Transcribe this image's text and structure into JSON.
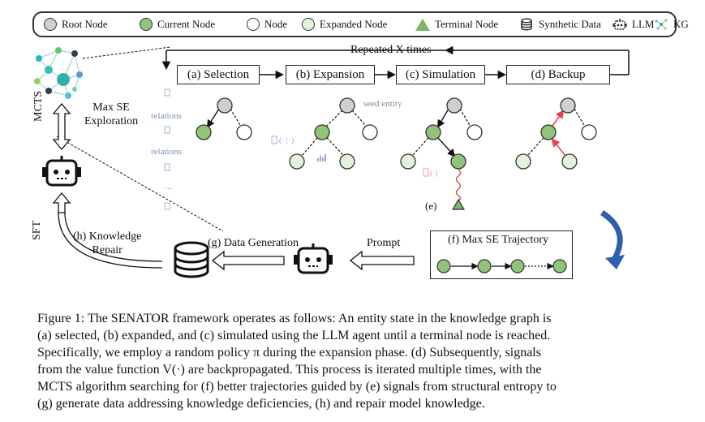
{
  "legend": {
    "root_node": "Root Node",
    "current_node": "Current Node",
    "node": "Node",
    "expanded_node": "Expanded Node",
    "terminal_node": "Terminal Node",
    "synthetic_data": "Synthetic Data",
    "llm": "LLM",
    "kg": "KG"
  },
  "colors": {
    "root_gray": "#cfcfcf",
    "current_green": "#8fc47a",
    "expanded_green": "#e4f1dc",
    "terminal_green": "#7fb36a",
    "backup_red": "#e3454f",
    "wavy_red": "#d9434b",
    "arrow_blue": "#2f5fb3",
    "relations_blue": "#7a8fb6"
  },
  "repeat_label": "Repeated X times",
  "stages": {
    "selection": "(a) Selection",
    "expansion": "(b) Expansion",
    "simulation": "(c) Simulation",
    "backup": "(d) Backup"
  },
  "left_panel": {
    "max_se_exploration": "Max SE\nExploration",
    "mcts": "MCTS",
    "sft": "SFT",
    "knowledge_repair": "(h) Knowledge\nRepair"
  },
  "tree_labels": {
    "seed_entity": "seed entity",
    "relations": "relations",
    "ellipsis": "...",
    "e_label": "(e)"
  },
  "bottom": {
    "data_generation": "(g) Data Generation",
    "prompt": "Prompt",
    "trajectory_title": "(f) Max SE Trajectory"
  },
  "caption": [
    "Figure 1: The SENATOR framework operates as follows: An entity state in the knowledge graph is",
    "(a) selected, (b) expanded, and (c) simulated using the LLM agent until a terminal node is reached.",
    "Specifically, we employ a random policy π during the expansion phase. (d) Subsequently, signals",
    "from the value function V(·) are backpropagated. This process is iterated multiple times, with the",
    "MCTS algorithm searching for (f) better trajectories guided by (e) signals from structural entropy to",
    "(g) generate data addressing knowledge deficiencies, (h) and repair model knowledge."
  ]
}
